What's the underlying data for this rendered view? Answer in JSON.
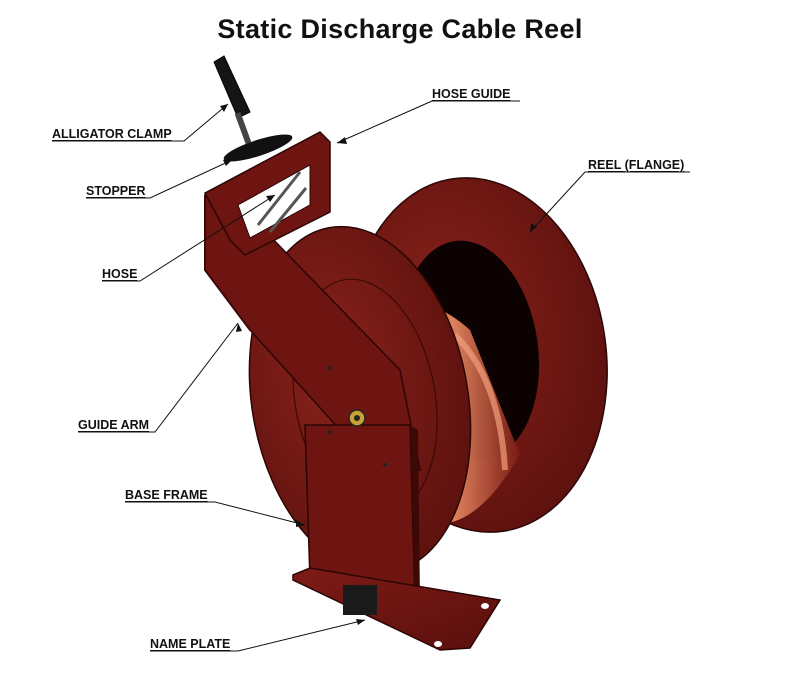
{
  "title": "Static Discharge Cable Reel",
  "labels": {
    "alligator_clamp": "ALLIGATOR CLAMP",
    "hose_guide": "HOSE GUIDE",
    "stopper": "STOPPER",
    "reel_flange": "REEL (FLANGE)",
    "hose": "HOSE",
    "guide_arm": "GUIDE ARM",
    "base_frame": "BASE FRAME",
    "name_plate": "NAME PLATE"
  },
  "colors": {
    "body": "#6e1512",
    "body_dark": "#3d0907",
    "body_light": "#8a221b",
    "drum": "#a8432a",
    "drum_highlight": "#e07a55",
    "ink": "#111111",
    "background": "#ffffff"
  }
}
